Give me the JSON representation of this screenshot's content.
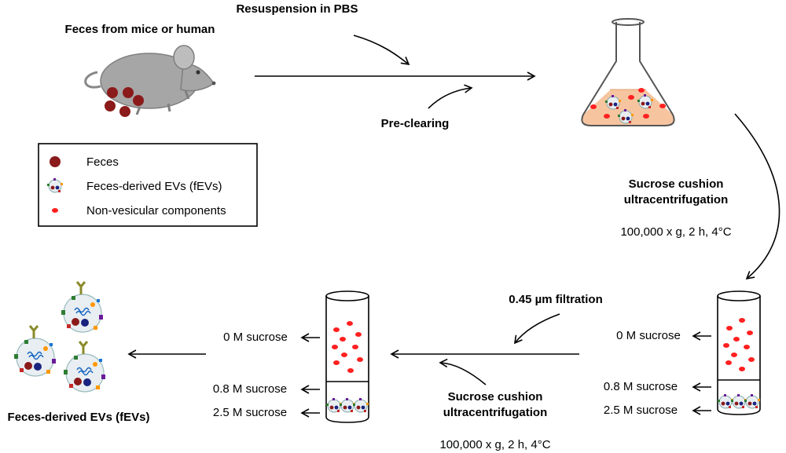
{
  "labels": {
    "source": "Feces from mice or human",
    "resuspension": "Resuspension in PBS",
    "preclearing": "Pre-clearing",
    "step1_title_line1": "Sucrose cushion",
    "step1_title_line2": "ultracentrifugation",
    "step1_params": "100,000 x g, 2 h, 4°C",
    "filtration": "0.45 µm filtration",
    "step2_title_line1": "Sucrose cushion",
    "step2_title_line2": "ultracentrifugation",
    "step2_params": "100,000 x g, 2 h, 4°C",
    "result": "Feces-derived EVs (fEVs)"
  },
  "legend": {
    "items": [
      {
        "label": "Feces",
        "icon": "feces-dot-icon"
      },
      {
        "label": "Feces-derived EVs (fEVs)",
        "icon": "ev-particle-icon"
      },
      {
        "label": "Non-vesicular components",
        "icon": "non-vesicular-dot-icon"
      }
    ]
  },
  "tube_right": {
    "layers": [
      "0 M sucrose",
      "0.8 M sucrose",
      "2.5 M sucrose"
    ]
  },
  "tube_left": {
    "layers": [
      "0 M sucrose",
      "0.8 M sucrose",
      "2.5 M sucrose"
    ]
  },
  "colors": {
    "feces": "#8b1a1a",
    "non_vesicular": "#ff2020",
    "flask_liquid": "#f6c5a0",
    "mouse": "#a6a6a6",
    "ev_membrane": "#e8eef2"
  }
}
